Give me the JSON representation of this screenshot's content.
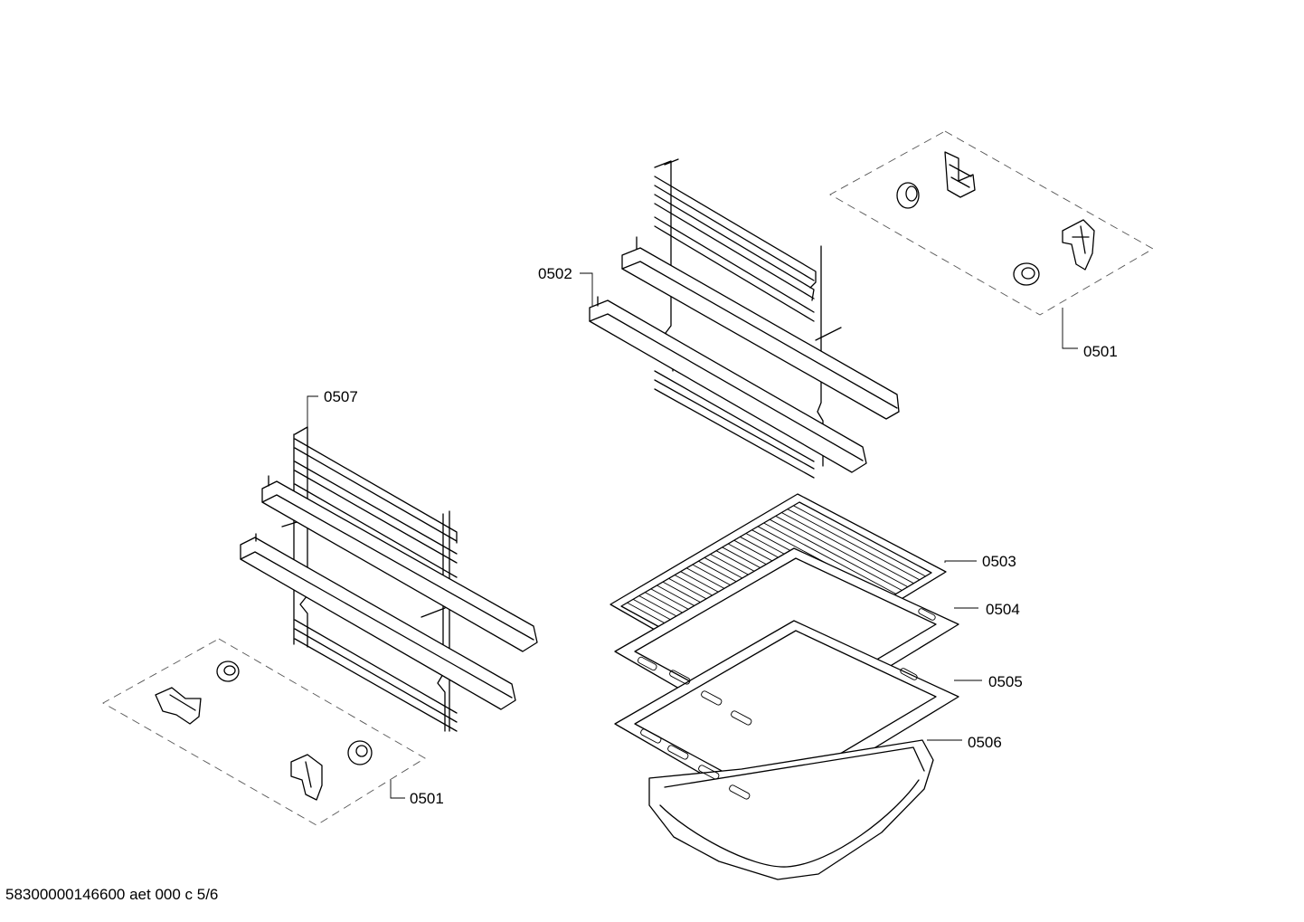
{
  "diagram": {
    "callouts": [
      {
        "id": "0501a",
        "text": "0501"
      },
      {
        "id": "0502",
        "text": "0502"
      },
      {
        "id": "0503",
        "text": "0503"
      },
      {
        "id": "0504",
        "text": "0504"
      },
      {
        "id": "0505",
        "text": "0505"
      },
      {
        "id": "0506",
        "text": "0506"
      },
      {
        "id": "0507",
        "text": "0507"
      },
      {
        "id": "0501b",
        "text": "0501"
      }
    ]
  },
  "footer": {
    "code": "58300000146600 aet 000 c 5/6"
  }
}
